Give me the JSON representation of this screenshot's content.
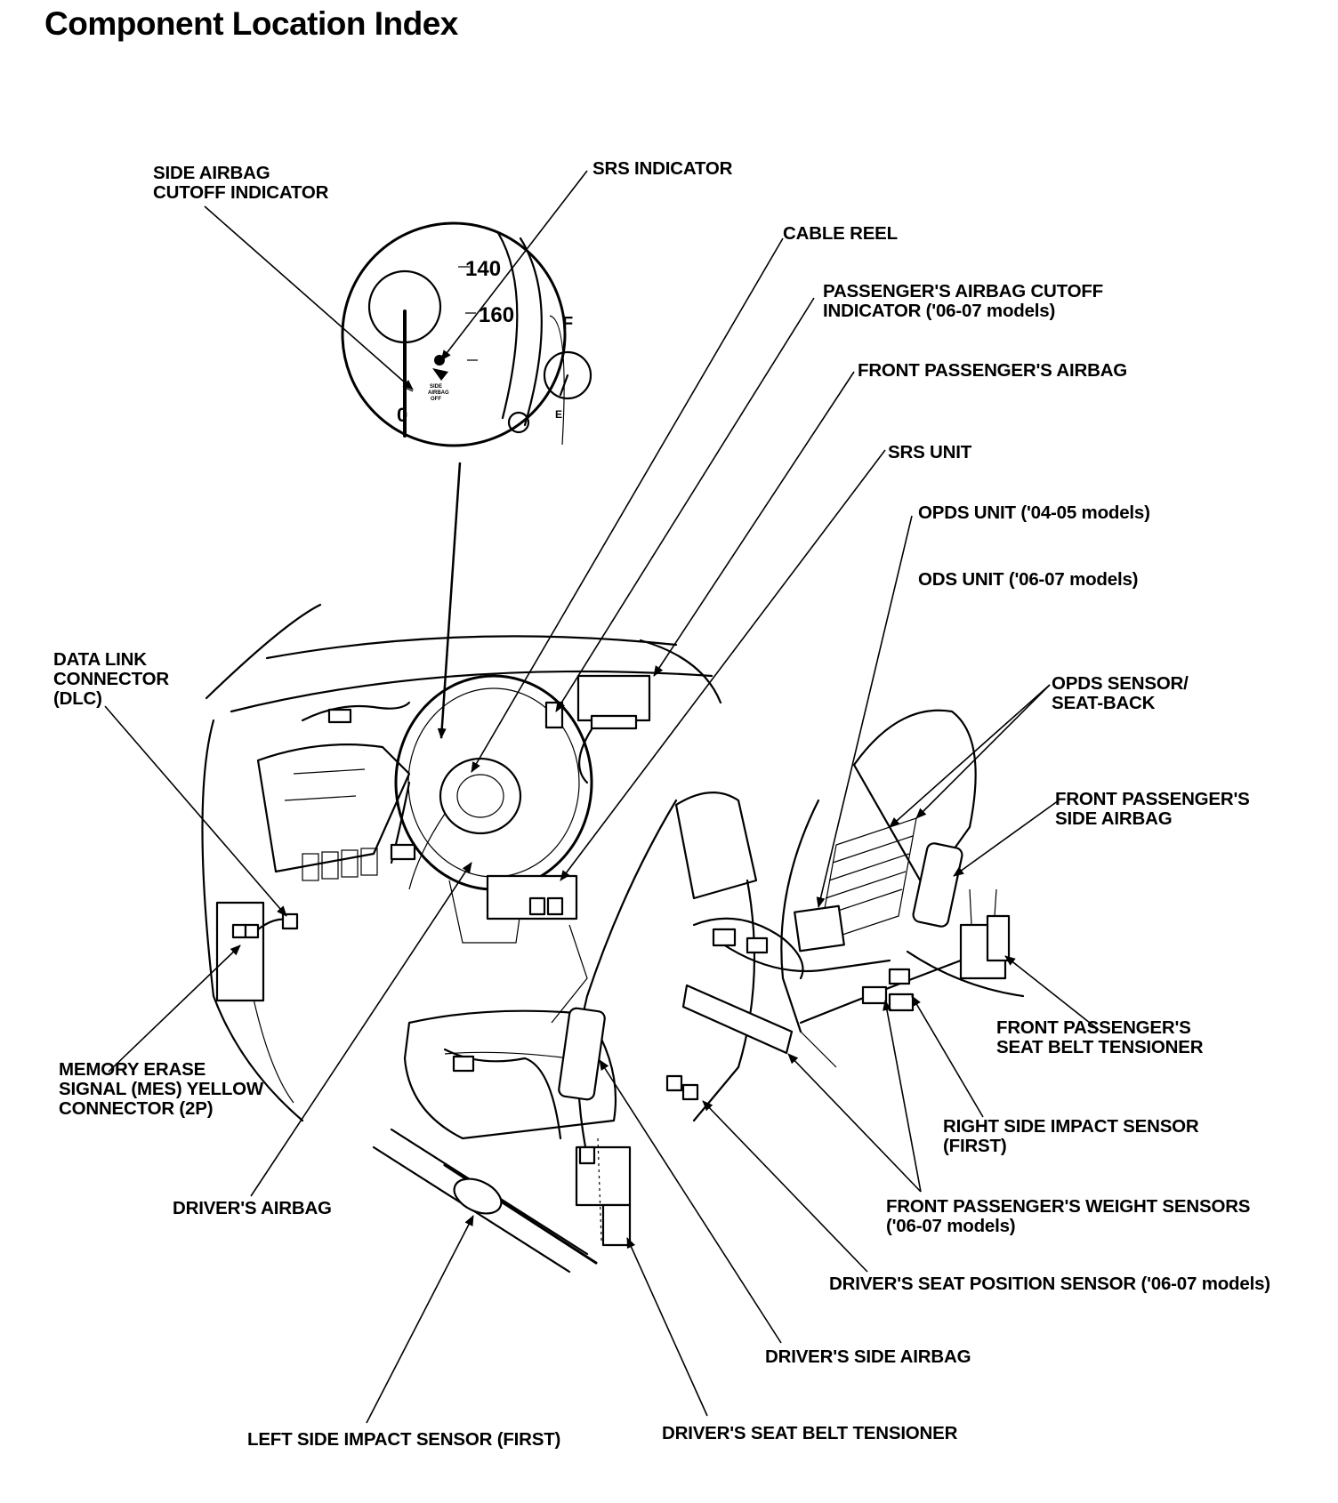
{
  "title": "Component Location Index",
  "dial": {
    "speed_upper": "140",
    "speed_lower": "160",
    "zero": "0",
    "fuel_full": "F",
    "fuel_empty": "E",
    "side_airbag_off": [
      "SIDE",
      "AIRBAG",
      "OFF"
    ]
  },
  "labels": {
    "side_airbag_cutoff_indicator": [
      "SIDE AIRBAG",
      "CUTOFF INDICATOR"
    ],
    "srs_indicator": [
      "SRS INDICATOR"
    ],
    "cable_reel": [
      "CABLE REEL"
    ],
    "passenger_airbag_cutoff_indicator": [
      "PASSENGER'S AIRBAG CUTOFF",
      "INDICATOR ('06-07 models)"
    ],
    "front_passenger_airbag": [
      "FRONT PASSENGER'S AIRBAG"
    ],
    "srs_unit": [
      "SRS UNIT"
    ],
    "opds_unit": [
      "OPDS UNIT ('04-05 models)"
    ],
    "ods_unit": [
      "ODS UNIT ('06-07 models)"
    ],
    "data_link_connector": [
      "DATA LINK",
      "CONNECTOR",
      "(DLC)"
    ],
    "opds_sensor": [
      "OPDS SENSOR/",
      "SEAT-BACK"
    ],
    "front_passenger_side_airbag": [
      "FRONT PASSENGER'S",
      "SIDE AIRBAG"
    ],
    "memory_erase_signal": [
      "MEMORY ERASE",
      "SIGNAL (MES) YELLOW",
      "CONNECTOR (2P)"
    ],
    "front_passenger_seat_belt_tensioner": [
      "FRONT PASSENGER'S",
      "SEAT BELT TENSIONER"
    ],
    "right_side_impact_sensor": [
      "RIGHT SIDE IMPACT SENSOR",
      "(FIRST)"
    ],
    "drivers_airbag": [
      "DRIVER'S AIRBAG"
    ],
    "front_passenger_weight_sensors": [
      "FRONT PASSENGER'S WEIGHT SENSORS",
      "('06-07 models)"
    ],
    "drivers_seat_position_sensor": [
      "DRIVER'S SEAT POSITION SENSOR ('06-07 models)"
    ],
    "drivers_side_airbag": [
      "DRIVER'S SIDE AIRBAG"
    ],
    "left_side_impact_sensor": [
      "LEFT SIDE IMPACT SENSOR (FIRST)"
    ],
    "drivers_seat_belt_tensioner": [
      "DRIVER'S SEAT BELT TENSIONER"
    ]
  }
}
